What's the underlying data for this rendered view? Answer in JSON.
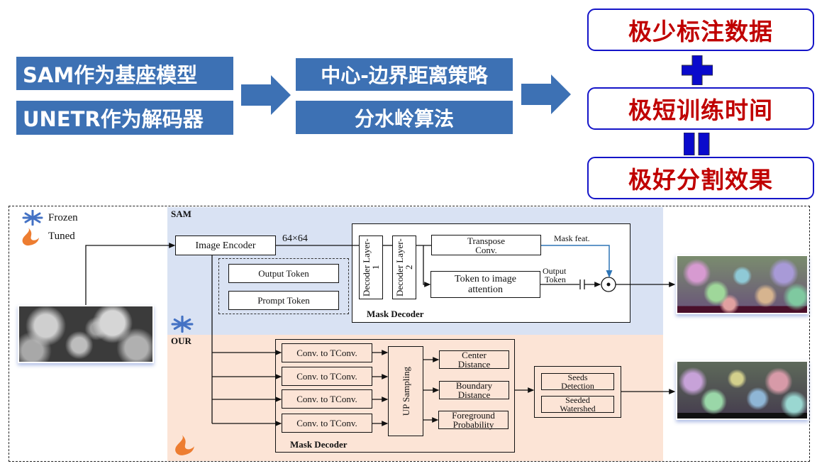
{
  "top_flow": {
    "col1": [
      "SAM作为基座模型",
      "UNETR作为解码器"
    ],
    "col2": [
      "中心-边界距离策略",
      "分水岭算法"
    ],
    "results": [
      "极少标注数据",
      "极短训练时间",
      "极好分割效果"
    ],
    "operators": [
      "plus",
      "equals"
    ],
    "colors": {
      "box_fill": "#3d71b4",
      "arrow": "#3d71b4",
      "result_text": "#c00000",
      "result_border": "#1515c8",
      "operator": "#0a0acc"
    }
  },
  "diagram": {
    "legend": {
      "frozen": "Frozen",
      "tuned": "Tuned"
    },
    "sam": {
      "title": "SAM",
      "image_encoder": "Image Encoder",
      "feature_size": "64×64",
      "output_token": "Output Token",
      "prompt_token": "Prompt Token",
      "decoder_layer_1": "Decoder Layer-1",
      "decoder_layer_2": "Decoder Layer-2",
      "transpose_conv": [
        "Transpose",
        "Conv."
      ],
      "token_to_image": [
        "Token to image",
        "attention"
      ],
      "mask_feat": "Mask feat.",
      "output_token_label": [
        "Output",
        "Token"
      ],
      "mask_decoder": "Mask Decoder"
    },
    "our": {
      "title": "OUR",
      "conv_blocks": [
        "Conv. to TConv.",
        "Conv. to TConv.",
        "Conv. to TConv.",
        "Conv. to TConv."
      ],
      "upsampling": "UP Sampling",
      "outputs": [
        [
          "Center",
          "Distance"
        ],
        [
          "Boundary",
          "Distance"
        ],
        [
          "Foreground",
          "Probability"
        ]
      ],
      "mask_decoder": "Mask Decoder",
      "post": [
        [
          "Seeds",
          "Detection"
        ],
        [
          "Seeded",
          "Watershed"
        ]
      ]
    },
    "colors": {
      "sam_panel": "#d9e2f3",
      "our_panel": "#fce4d6",
      "mask_feat_line": "#2e75b6",
      "snowflake": "#4472c4",
      "flame": "#ed7d31"
    }
  }
}
